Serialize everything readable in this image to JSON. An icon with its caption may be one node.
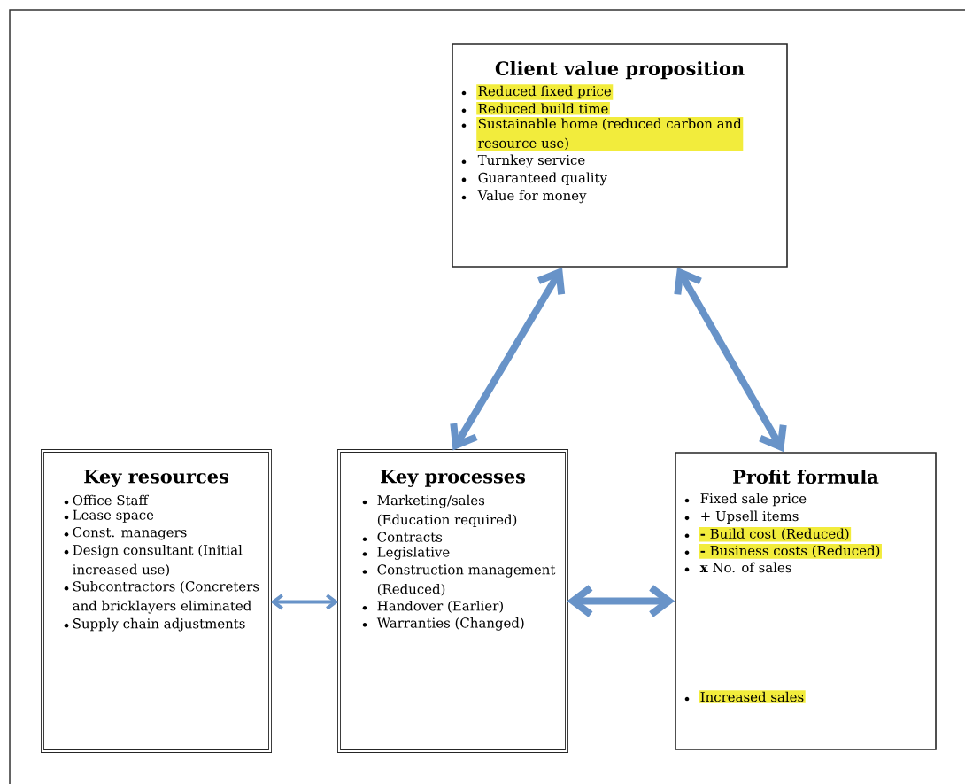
{
  "diagram": {
    "nodes": [
      {
        "text": [
          "Client value proposition",
          "Reduced fixed price",
          "Reduced build time",
          "Sustainable home (reduced carbon and resource use)",
          "Turnkey service",
          "Guaranteed quality",
          "Value for money"
        ]
      },
      {
        "text": [
          "Key resources",
          "Office Staff",
          "Lease space",
          "Const. managers",
          "Design consultant (Initial increased use)",
          "Subcontractors (Concreters and bricklayers eliminated",
          "Supply chain adjustments"
        ]
      },
      {
        "text": [
          "Key processes",
          "Marketing/sales (Education required)",
          "Contracts",
          "Legislative",
          "Construction management (Reduced)",
          "Handover (Earlier)",
          "Warranties (Changed)"
        ]
      },
      {
        "text": [
          "Profit formula",
          "Fixed sale price",
          "**+** Upsell items",
          "**-** Build cost (Reduced)",
          "**-** Business costs (Reduced)",
          "**x** No. of sales",
          "Increased sales"
        ]
      }
    ],
    "edges": [
      {
        "from": 2,
        "to": 0,
        "arrow": "both"
      },
      {
        "from": 0,
        "to": 3,
        "arrow": "both"
      },
      {
        "from": 1,
        "to": 2,
        "arrow": "both"
      },
      {
        "from": 2,
        "to": 3,
        "arrow": "both"
      }
    ]
  }
}
